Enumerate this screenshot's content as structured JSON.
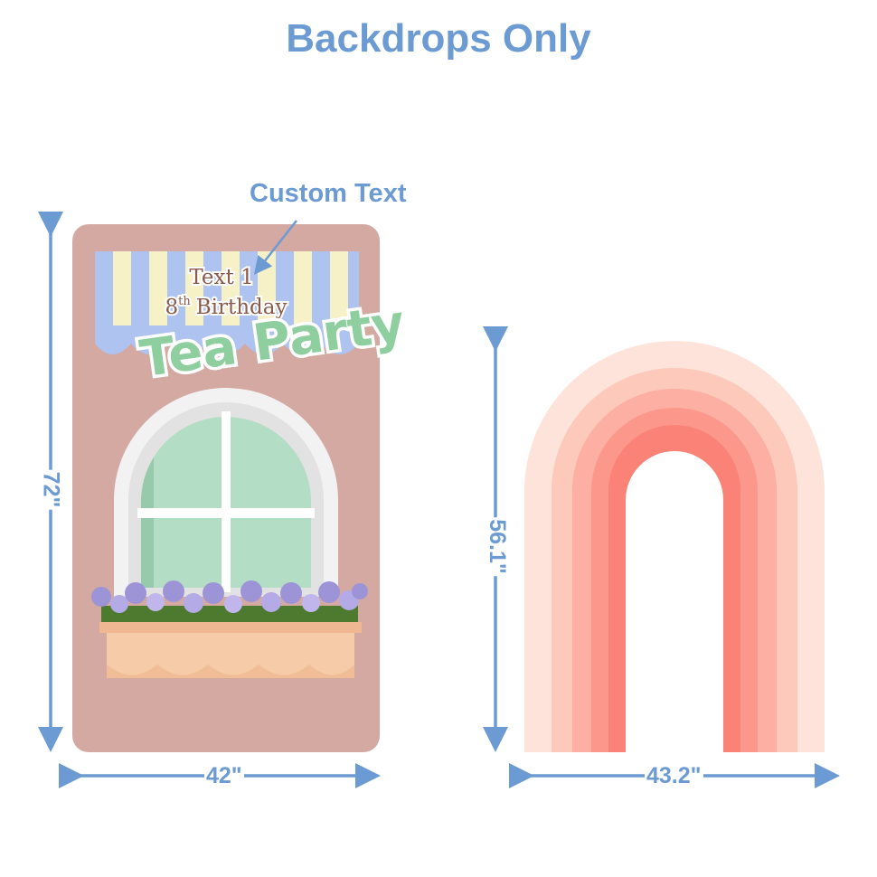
{
  "heading": "Backdrops Only",
  "callout": "Custom Text",
  "backdrop_left": {
    "text1": "Text 1",
    "birthday_num": "8",
    "birthday_sup": "th",
    "birthday_word": "Birthday",
    "title_art": "Tea Party",
    "height_label": "72\"",
    "width_label": "42\""
  },
  "backdrop_right": {
    "height_label": "56.1\"",
    "width_label": "43.2\""
  },
  "colors": {
    "accent": "#6b9bd2",
    "wall": "#d4a9a1",
    "awning_blue": "#aec3f0",
    "awning_cream": "#f7f1c8",
    "tea_party_green": "#8fcf9f",
    "window_glass": "#b3ddc4",
    "planter": "#f4c6a3"
  }
}
